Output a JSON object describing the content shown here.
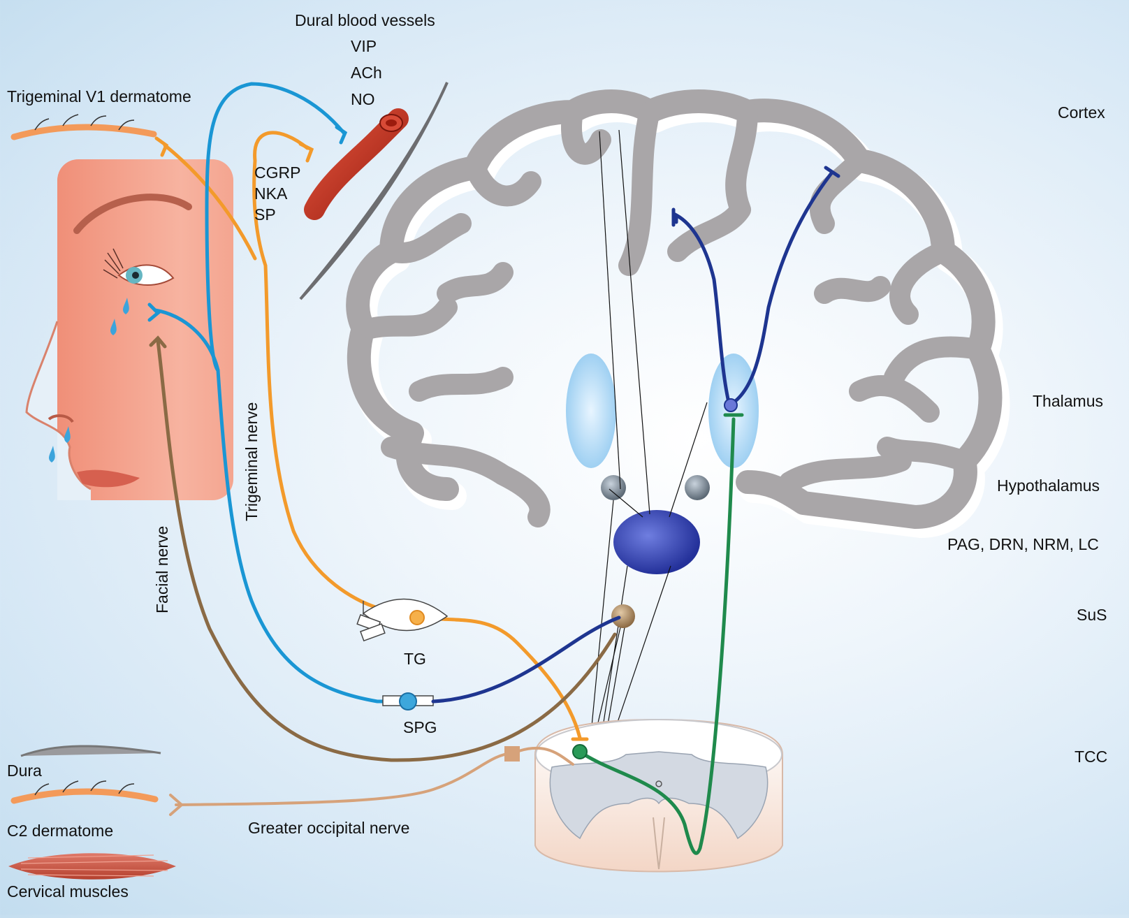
{
  "labels": {
    "dural_blood_vessels": "Dural blood vessels",
    "vip": "VIP",
    "ach": "ACh",
    "no": "NO",
    "trigeminal_v1_dermatome": "Trigeminal V1 dermatome",
    "cgrp": "CGRP",
    "nka": "NKA",
    "sp": "SP",
    "trigeminal_nerve": "Trigeminal nerve",
    "facial_nerve": "Facial nerve",
    "tg": "TG",
    "spg": "SPG",
    "dura": "Dura",
    "c2_dermatome": "C2 dermatome",
    "cervical_muscles": "Cervical muscles",
    "greater_occipital_nerve": "Greater occipital nerve"
  },
  "regions": {
    "cortex": "Cortex",
    "thalamus": "Thalamus",
    "hypothalamus": "Hypothalamus",
    "brainstem": "PAG, DRN, NRM, LC",
    "sus": "SuS",
    "tcc": "TCC"
  },
  "colors": {
    "trigeminal": "#f39a2b",
    "parasympathetic": "#1a96d4",
    "postganglionic": "#1e3590",
    "facial": "#8a6a45",
    "occipital": "#d6a27a",
    "ascending": "#1f8a4c",
    "cortex_gray": "#a9a6a8",
    "vessel": "#c1321f",
    "skin": "#f4a088",
    "thalamus": "#bfe0f7",
    "brainstem_nucleus": "#3c4bb8"
  }
}
